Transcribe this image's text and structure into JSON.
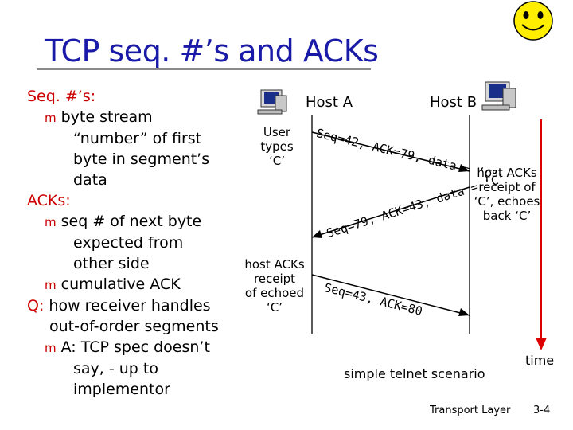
{
  "slide": {
    "title": "TCP seq. #’s and ACKs",
    "footer_left": "Transport Layer",
    "footer_right": "3-4"
  },
  "left": {
    "seq_heading": "Seq. #’s:",
    "seq_bullet_lines": [
      "byte stream",
      "“number” of first",
      "byte in segment’s",
      "data"
    ],
    "acks_heading": "ACKs:",
    "ack_bullet1_lines": [
      "seq # of next byte",
      "expected from",
      "other side"
    ],
    "ack_bullet2": "cumulative ACK",
    "q_prefix": "Q:",
    "q_lines": [
      " how receiver handles",
      "out-of-order segments"
    ],
    "a_lines": [
      "A: TCP spec doesn’t",
      "say, - up to",
      "implementor"
    ],
    "bullet_glyph": "m"
  },
  "diagram": {
    "host_a": "Host A",
    "host_b": "Host B",
    "user_types_lines": [
      "User",
      "types",
      "‘C’"
    ],
    "host_b_ack_lines": [
      "host ACKs",
      "receipt of",
      "‘C’, echoes",
      "back ‘C’"
    ],
    "host_a_ack_lines": [
      "host ACKs",
      "receipt",
      "of echoed",
      "‘C’"
    ],
    "msg1": "Seq=42, ACK=79, data = ‘C’",
    "msg2": "Seq=79, ACK=43, data = ‘C’",
    "msg3": "Seq=43, ACK=80",
    "scenario": "simple telnet scenario",
    "time_label": "time",
    "colors": {
      "time_arrow": "#dd0000",
      "title": "#1a1aa8",
      "emphasis": "#cc0000"
    }
  }
}
